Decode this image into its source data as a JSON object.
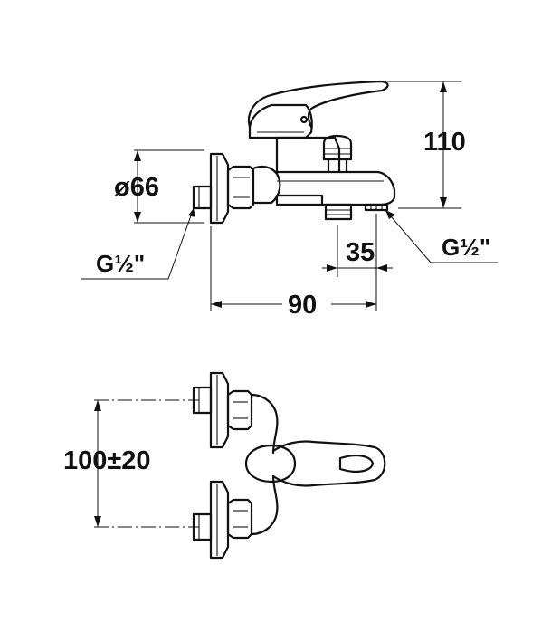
{
  "side_view": {
    "dim_height": "110",
    "dim_diameter": "ø66",
    "dim_spout": "35",
    "dim_depth": "90",
    "thread_inlet": "G½\"",
    "thread_outlet": "G½\""
  },
  "top_view": {
    "dim_spacing": "100±20"
  }
}
